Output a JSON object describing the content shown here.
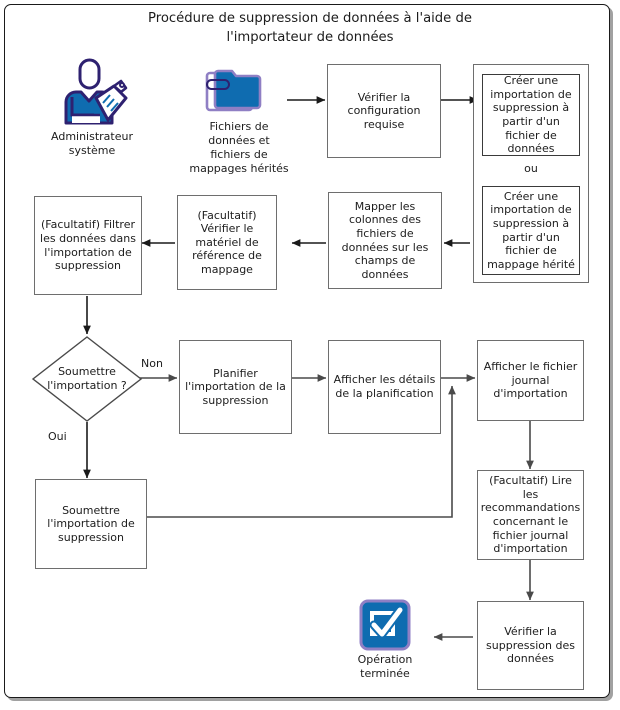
{
  "diagram": {
    "title": "Procédure de suppression de données à l'aide de l'importateur de données",
    "title_line1": "Procédure de suppression de données à l'aide de",
    "title_line2": "l'importateur de données",
    "colors": {
      "icon_blue": "#0f6cb0",
      "icon_outline": "#2e2170",
      "icon_halo": "#8f7fc4",
      "box_border": "#6e6e6e",
      "inner_box_border": "#3a3a3a",
      "edge": "#4a4a4a",
      "edge_dark": "#1a1a1a",
      "text": "#1c1c1c",
      "frame_border": "#1a1a1a"
    }
  },
  "actors": [
    {
      "id": "administrator",
      "icon": "system-administrator-icon",
      "caption_line1": "Administrateur",
      "caption_line2": "système",
      "caption": "Administrateur système"
    },
    {
      "id": "data-files",
      "icon": "folder-icon",
      "caption_line1": "Fichiers de",
      "caption_line2": "données et",
      "caption_line3": "fichiers de",
      "caption_line4": "mappages hérités",
      "caption": "Fichiers de données et fichiers de mappages hérités"
    },
    {
      "id": "operation-complete",
      "icon": "checkmark-icon",
      "caption_line1": "Opération",
      "caption_line2": "terminée",
      "caption": "Opération terminée"
    }
  ],
  "nodes": [
    {
      "id": "verify-config",
      "type": "process",
      "label": "Vérifier la configuration requise"
    },
    {
      "id": "create-import-from-data-file",
      "type": "process-inner",
      "label": "Créer une importation de suppression à partir d'un fichier de données"
    },
    {
      "id": "or-separator",
      "type": "label",
      "label": "ou"
    },
    {
      "id": "create-import-from-mapping-file",
      "type": "process-inner",
      "label": "Créer une importation de suppression à partir d'un fichier de mappage hérité"
    },
    {
      "id": "map-columns",
      "type": "process",
      "label": "Mapper les colonnes des fichiers de données sur les champs de données"
    },
    {
      "id": "verify-mapping-reference",
      "type": "process",
      "label": "(Facultatif) Vérifier le matériel de référence de mappage"
    },
    {
      "id": "filter-data",
      "type": "process",
      "label": "(Facultatif) Filtrer les données dans l'importation de suppression"
    },
    {
      "id": "submit-import-decision",
      "type": "decision",
      "label": "Soumettre l'importation ?"
    },
    {
      "id": "schedule-import",
      "type": "process",
      "label": "Planifier l'importation de la suppression"
    },
    {
      "id": "view-schedule-details",
      "type": "process",
      "label": "Afficher les détails de la planification"
    },
    {
      "id": "view-import-log",
      "type": "process",
      "label": "Afficher le fichier journal d'importation"
    },
    {
      "id": "submit-delete-import",
      "type": "process",
      "label": "Soumettre l'importation de suppression"
    },
    {
      "id": "read-recommendations",
      "type": "process",
      "label": "(Facultatif) Lire les recommandations concernant le fichier journal d'importation"
    },
    {
      "id": "verify-deletion",
      "type": "process",
      "label": "Vérifier la suppression des données"
    }
  ],
  "edge_labels": {
    "no": "Non",
    "yes": "Oui"
  }
}
